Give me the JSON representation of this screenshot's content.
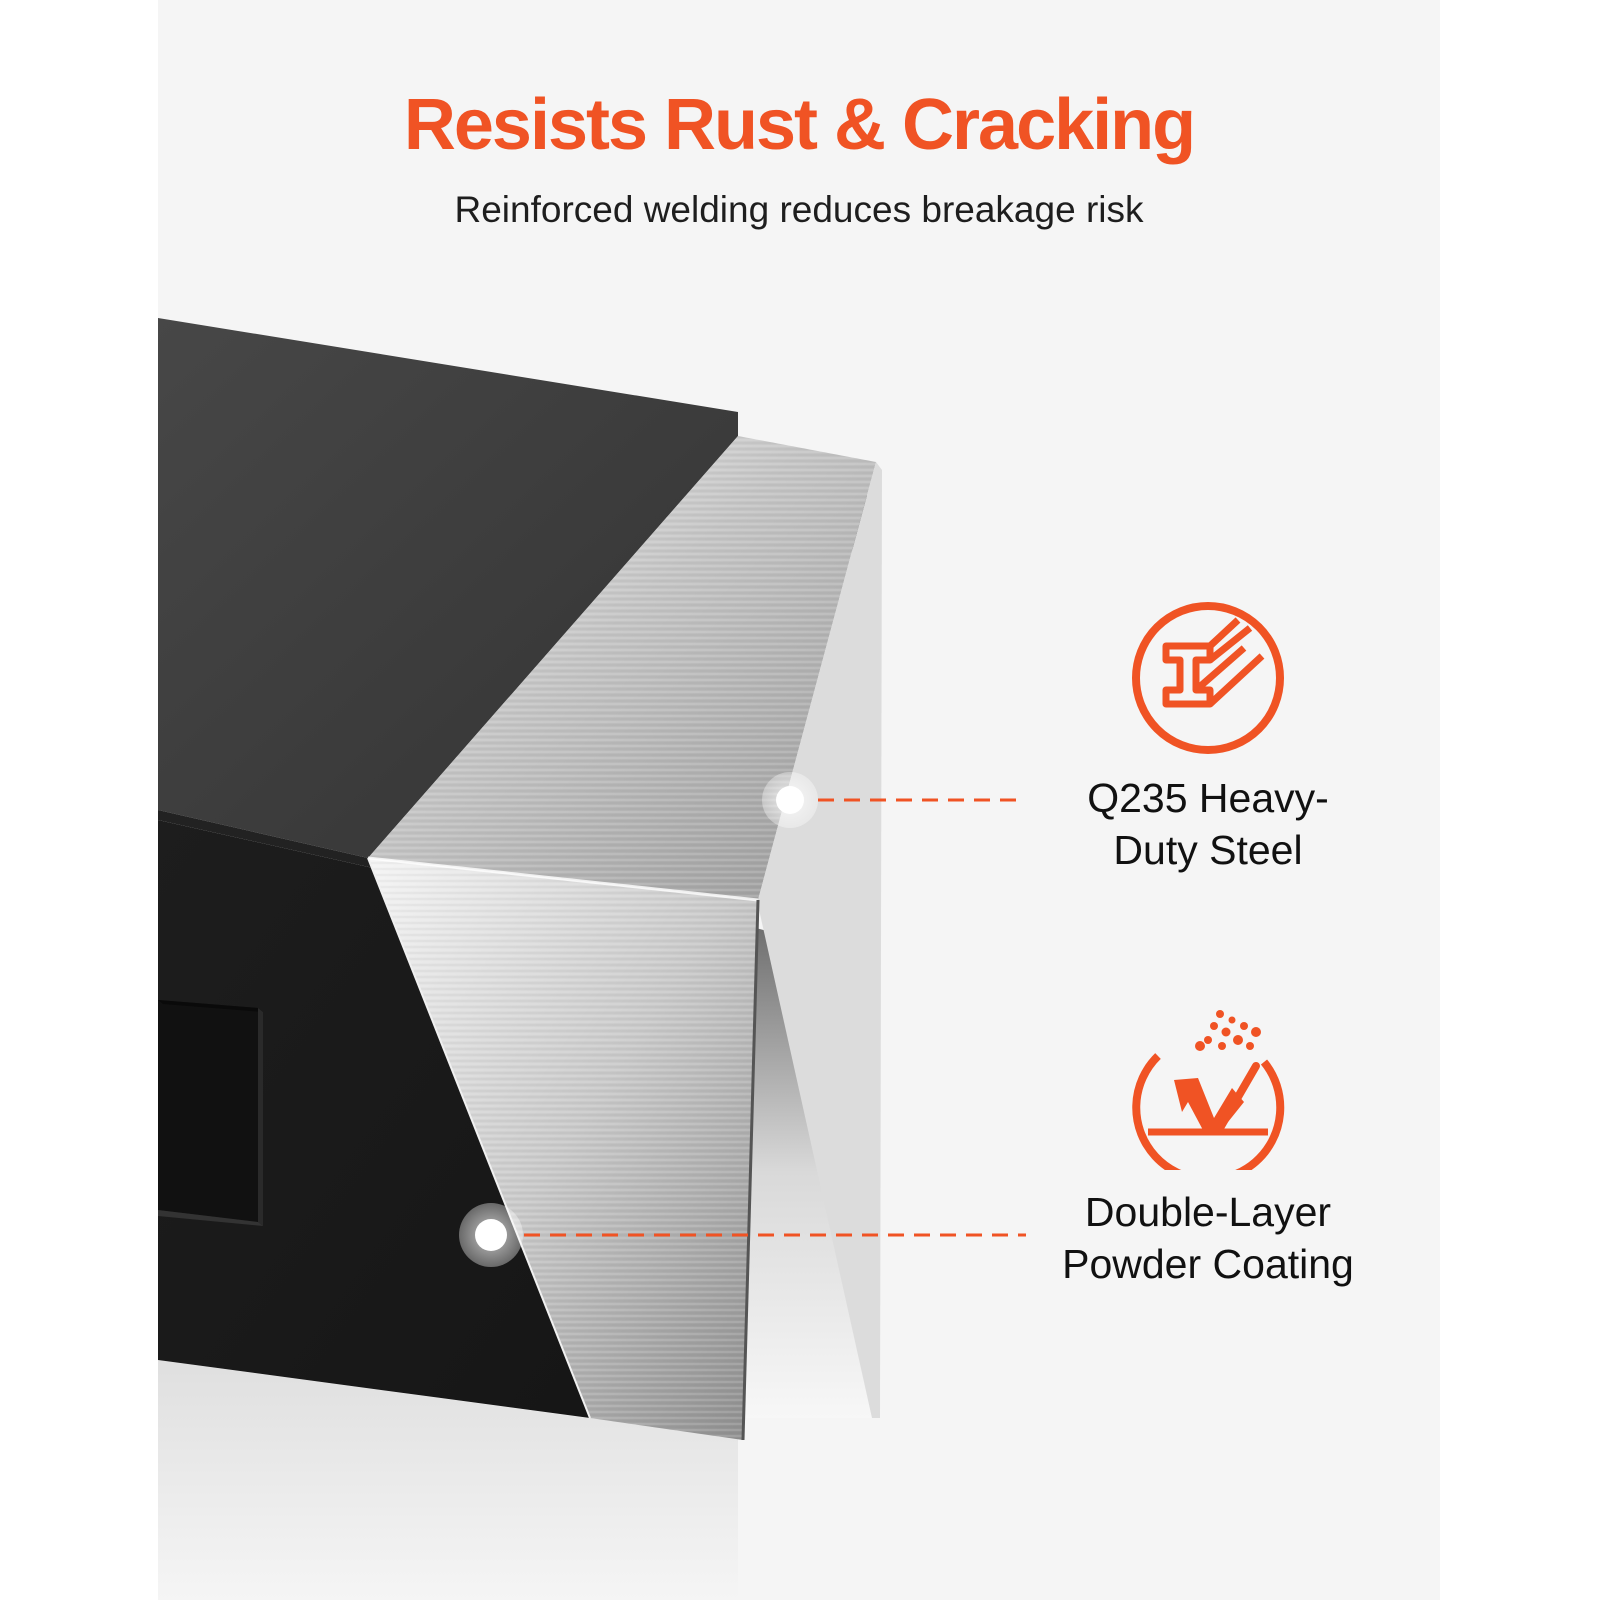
{
  "header": {
    "title": "Resists Rust & Cracking",
    "subtitle": "Reinforced welding reduces breakage risk"
  },
  "features": [
    {
      "icon": "steel-beam-icon",
      "line1": "Q235 Heavy-",
      "line2": "Duty Steel"
    },
    {
      "icon": "powder-coating-icon",
      "line1": "Double-Layer",
      "line2": "Powder Coating"
    }
  ],
  "colors": {
    "accent": "#f05324",
    "panel": "#f5f5f5",
    "dark_body": "#3b3b3b",
    "steel": "#c9c9c9"
  }
}
